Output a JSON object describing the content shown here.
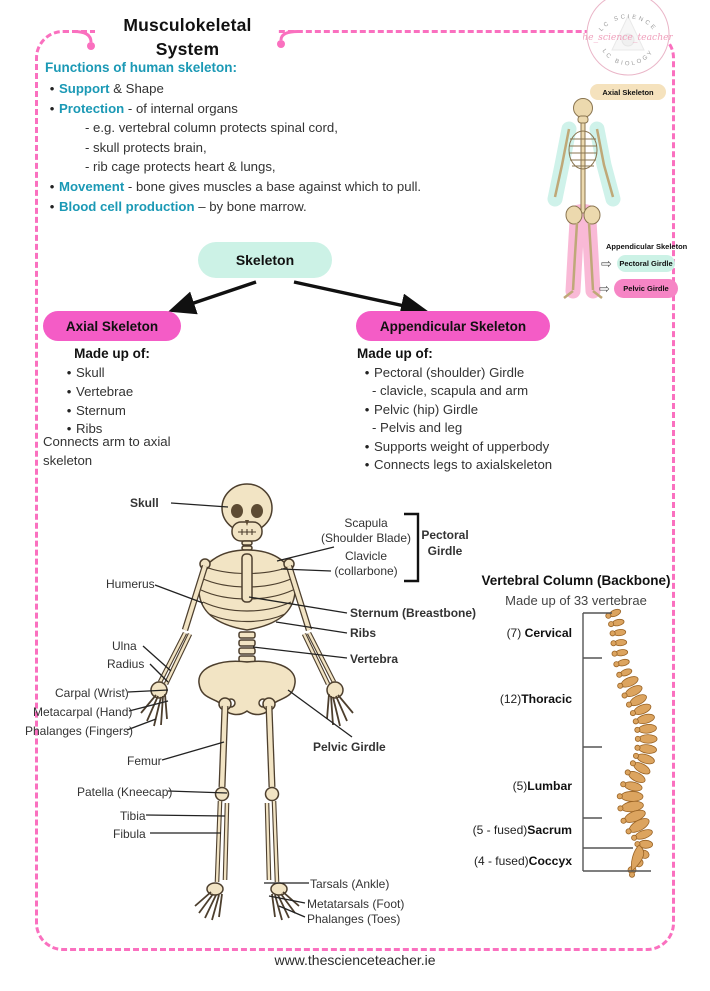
{
  "page": {
    "title_line1": "Musculokeletal",
    "title_line2": "System",
    "footer": "www.thescienceteacher.ie"
  },
  "logo": {
    "arc_top": "LC SCIENCE",
    "handle": "the_science_teacher_",
    "arc_bottom": "LC BIOLOGY"
  },
  "functions": {
    "heading": "Functions of human skeleton:",
    "items": [
      {
        "keyword": "Support",
        "rest": " & Shape"
      },
      {
        "keyword": "Protection",
        "rest": " - of internal organs",
        "subs": [
          "- e.g. vertebral column protects spinal cord,",
          "- skull protects brain,",
          "- rib cage protects heart & lungs,"
        ]
      },
      {
        "keyword": "Movement",
        "rest": " - bone gives muscles a base against which to pull."
      },
      {
        "keyword": "Blood cell production",
        "rest": " – by bone marrow."
      }
    ]
  },
  "mini_diagram": {
    "axial": "Axial Skeleton",
    "appendicular": "Appendicular Skeleton",
    "pectoral": "Pectoral Girdle",
    "pelvic": "Pelvic Girdle",
    "arrow": "⇨"
  },
  "flowchart": {
    "root": "Skeleton",
    "left": "Axial Skeleton",
    "right": "Appendicular Skeleton"
  },
  "axial_list": {
    "heading": "Made up of:",
    "items": [
      "Skull",
      "Vertebrae",
      "Sternum",
      "Ribs"
    ],
    "note_line1": "Connects arm to axial",
    "note_line2": "skeleton"
  },
  "appendicular_list": {
    "heading": "Made up of:",
    "rows": [
      {
        "bullet": "•",
        "text": "Pectoral (shoulder) Girdle"
      },
      {
        "bullet": "",
        "text": "- clavicle, scapula and arm"
      },
      {
        "bullet": "•",
        "text": "Pelvic (hip) Girdle"
      },
      {
        "bullet": "",
        "text": "- Pelvis and leg"
      },
      {
        "bullet": "•",
        "text": "Supports weight of upperbody"
      },
      {
        "bullet": "•",
        "text": "Connects legs to axialskeleton"
      }
    ]
  },
  "skeleton_labels": {
    "skull": "Skull",
    "scapula_1": "Scapula",
    "scapula_2": "(Shoulder Blade)",
    "clavicle_1": "Clavicle",
    "clavicle_2": "(collarbone)",
    "pectoral_girdle_1": "Pectoral",
    "pectoral_girdle_2": "Girdle",
    "humerus": "Humerus",
    "sternum": "Sternum (Breastbone)",
    "ribs": "Ribs",
    "vertebra": "Vertebra",
    "ulna": "Ulna",
    "radius": "Radius",
    "carpal": "Carpal (Wrist)",
    "metacarpal": "Metacarpal (Hand)",
    "phalanges_fingers": "Phalanges (Fingers)",
    "pelvic_girdle": "Pelvic Girdle",
    "femur": "Femur",
    "patella": "Patella (Kneecap)",
    "tibia": "Tibia",
    "fibula": "Fibula",
    "tarsals": "Tarsals (Ankle)",
    "metatarsals": "Metatarsals (Foot)",
    "phalanges_toes": "Phalanges (Toes)"
  },
  "vertebral_column": {
    "title": "Vertebral Column (Backbone)",
    "subtitle": "Made up of 33 vertebrae",
    "sections": [
      {
        "count": "(7) ",
        "name": "Cervical"
      },
      {
        "count": "(12)",
        "name": "Thoracic"
      },
      {
        "count": "(5)",
        "name": "Lumbar"
      },
      {
        "count": "(5 - fused)",
        "name": "Sacrum"
      },
      {
        "count": "(4 - fused)",
        "name": "Coccyx"
      }
    ]
  },
  "colors": {
    "accent_pink": "#f45cc6",
    "border_pink": "#fa70bf",
    "mint": "#ccf2e6",
    "teal": "#1b99b5",
    "green": "#2daf62",
    "orange": "#f2693c",
    "tan": "#f5e2bd",
    "bone": "#f2e4c4",
    "bone_outline": "#4d3f2e",
    "spine": "#dca45f"
  }
}
